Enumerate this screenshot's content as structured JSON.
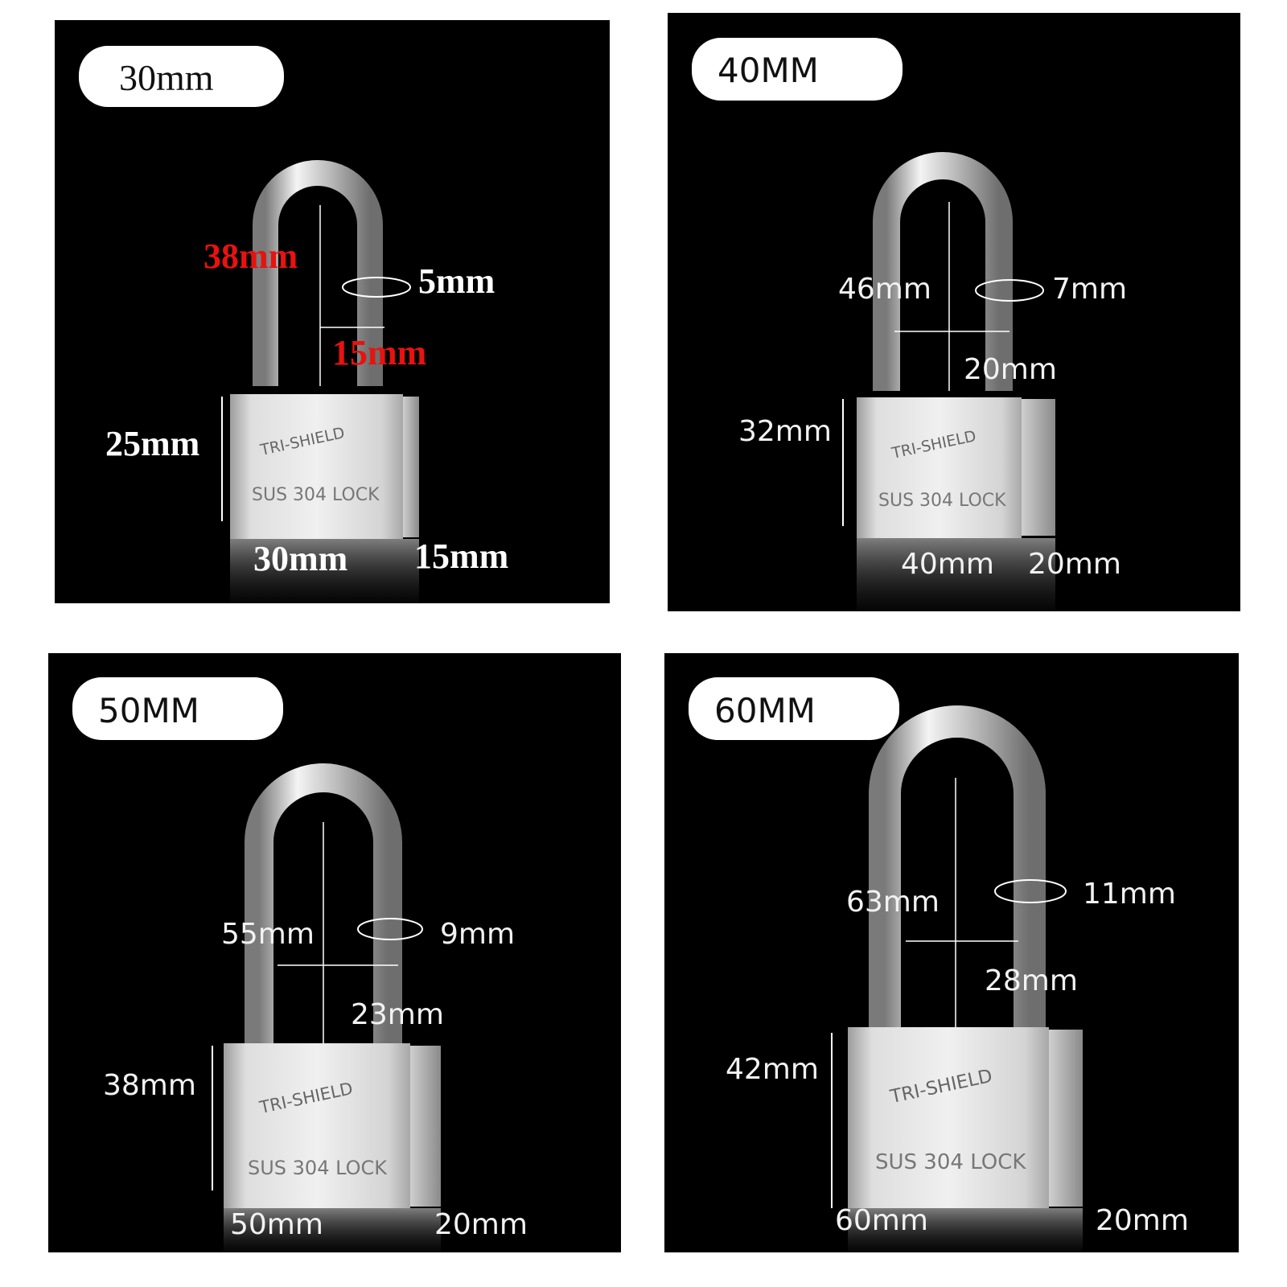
{
  "panels": [
    {
      "label": "30mm",
      "dims": {
        "shackle_height": "38mm",
        "shackle_diameter": "5mm",
        "shackle_clearance": "15mm",
        "body_height": "25mm",
        "body_width": "30mm",
        "body_depth": "15mm"
      },
      "engraving": {
        "brand": "TRI-SHIELD",
        "material": "SUS 304 LOCK"
      }
    },
    {
      "label": "40MM",
      "dims": {
        "shackle_height": "46mm",
        "shackle_diameter": "7mm",
        "shackle_clearance": "20mm",
        "body_height": "32mm",
        "body_width": "40mm",
        "body_depth": "20mm"
      },
      "engraving": {
        "brand": "TRI-SHIELD",
        "material": "SUS 304 LOCK"
      }
    },
    {
      "label": "50MM",
      "dims": {
        "shackle_height": "55mm",
        "shackle_diameter": "9mm",
        "shackle_clearance": "23mm",
        "body_height": "38mm",
        "body_width": "50mm",
        "body_depth": "20mm"
      },
      "engraving": {
        "brand": "TRI-SHIELD",
        "material": "SUS 304 LOCK"
      }
    },
    {
      "label": "60MM",
      "dims": {
        "shackle_height": "63mm",
        "shackle_diameter": "11mm",
        "shackle_clearance": "28mm",
        "body_height": "42mm",
        "body_width": "60mm",
        "body_depth": "20mm"
      },
      "engraving": {
        "brand": "TRI-SHIELD",
        "material": "SUS 304 LOCK"
      }
    }
  ],
  "colors": {
    "panel_bg": "#000000",
    "page_bg": "#ffffff",
    "highlight_dim": "#e8120f",
    "steel": "#c8c8c8"
  }
}
